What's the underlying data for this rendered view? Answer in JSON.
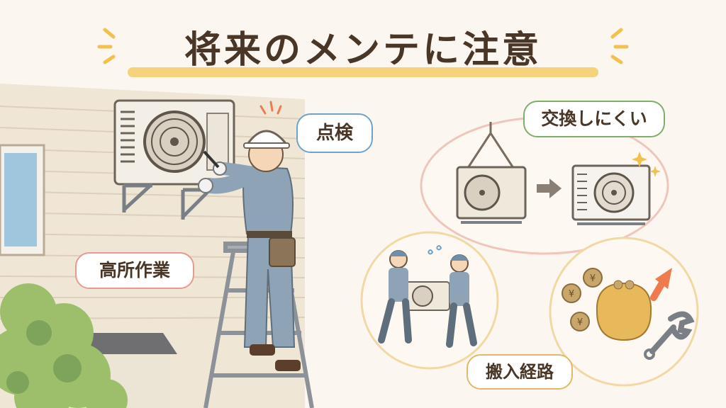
{
  "title": "将来のメンテに注意",
  "labels": {
    "inspection": "点検",
    "high_place": "高所作業",
    "hard_to_replace": "交換しにくい",
    "carry_route": "搬入経路"
  },
  "colors": {
    "title_underline": "#f6d27a",
    "inspection_border": "#6fa3c8",
    "high_place_border": "#e79a92",
    "replace_border": "#7fae68",
    "route_border": "#e3b86a",
    "accent_arrow": "#ef7a4c"
  },
  "icons": [
    "sparkle-icon",
    "arrow-right-icon",
    "yen-coin-icon",
    "purse-icon",
    "wrench-icon",
    "arrow-up-icon"
  ]
}
